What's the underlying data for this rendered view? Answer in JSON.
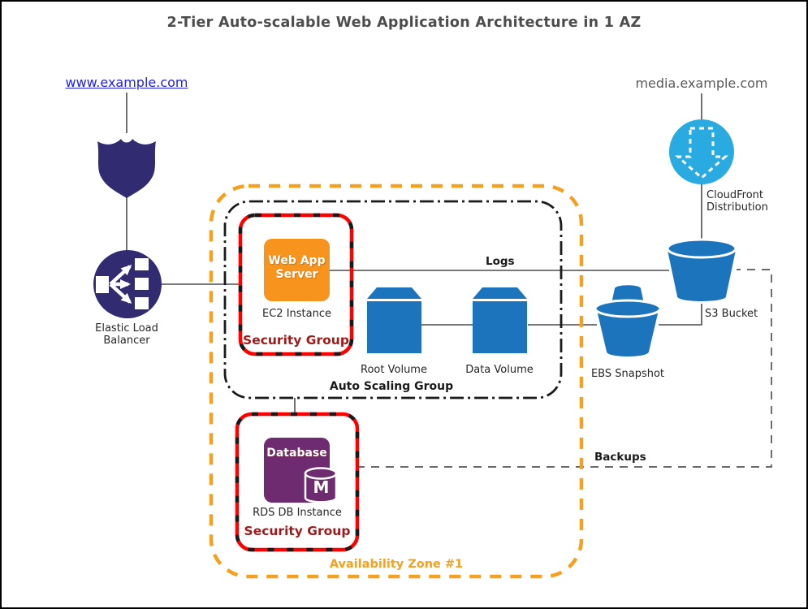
{
  "title": "2-Tier Auto-scalable Web Application Architecture in 1 AZ",
  "endpoints": {
    "www": "www.example.com",
    "media": "media.example.com"
  },
  "nodes": {
    "elb": "Elastic Load\nBalancer",
    "cloudfront": "CloudFront\nDistribution",
    "s3": "S3 Bucket",
    "ebs": "EBS Snapshot",
    "root_volume": "Root Volume",
    "data_volume": "Data Volume",
    "webapp_box": "Web App\nServer",
    "ec2": "EC2 Instance",
    "database_box": "Database",
    "db_engine_letter": "M",
    "rds": "RDS DB Instance"
  },
  "edges": {
    "logs": "Logs",
    "backups": "Backups"
  },
  "groups": {
    "security_group": "Security Group",
    "auto_scaling_group": "Auto Scaling Group",
    "availability_zone": "Availability Zone #1"
  },
  "colors": {
    "navy": "#312C72",
    "blue": "#1C75BC",
    "cyan": "#29ABE2",
    "orange": "#F7941E",
    "purple": "#6E2B6F",
    "red": "#FF0000",
    "az_orange": "#F5A01E",
    "dark_red": "#9E1A1A",
    "line": "#4D4D4D",
    "link_blue": "#2222E6",
    "gray_text": "#5A5A5A"
  }
}
